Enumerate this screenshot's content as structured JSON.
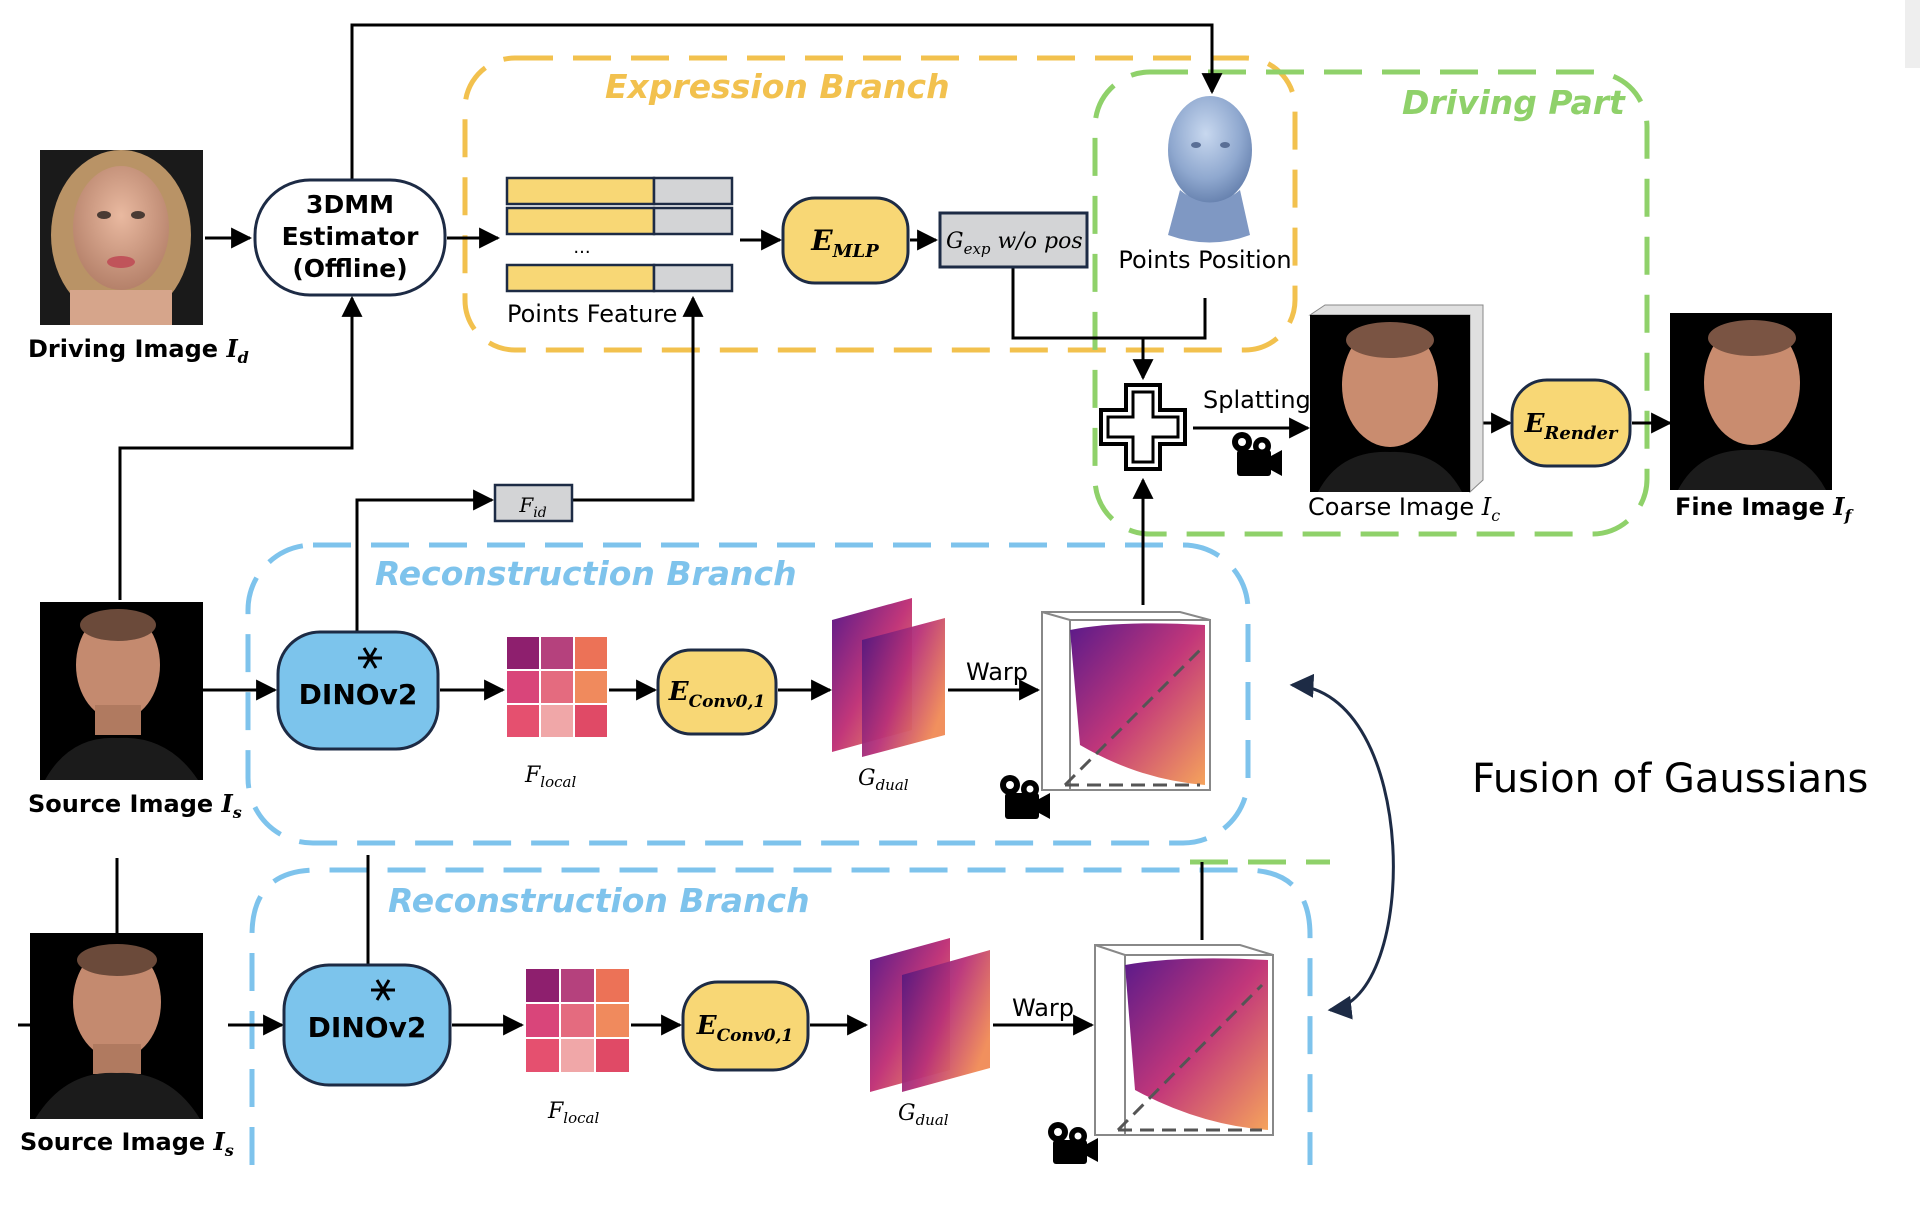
{
  "colors": {
    "expression": "#f2c14e",
    "driving": "#8fd16a",
    "reconstruction": "#7ec3ec",
    "module_fill": "#f8d775",
    "dino_fill": "#7cc4ec",
    "gray_box": "#d3d4d6",
    "feature_yellow": "#f8d775",
    "arrow": "#000000",
    "fusion_arrow": "#1d2b45"
  },
  "branches": {
    "expression": "Expression Branch",
    "driving": "Driving Part",
    "reconstruction_top": "Reconstruction Branch",
    "reconstruction_bottom": "Reconstruction Branch"
  },
  "inputs": {
    "driving_label": "Driving Image",
    "driving_sub": "I",
    "driving_subscript": "d",
    "source_label": "Source Image",
    "source_sub": "I",
    "source_subscript": "s",
    "source2_label": "Source Image",
    "source2_sub": "I",
    "source2_subscript": "s"
  },
  "estimator": {
    "line1": "3DMM",
    "line2": "Estimator",
    "line3": "(Offline)"
  },
  "expression_branch": {
    "points_feature": "Points Feature",
    "ellipsis": "...",
    "mlp_E": "E",
    "mlp_sub": "MLP",
    "gexp_G": "G",
    "gexp_sub": "exp",
    "gexp_suffix": " w/o pos"
  },
  "driving_part": {
    "points_position": "Points Position",
    "splatting": "Splatting",
    "coarse_label": "Coarse Image",
    "coarse_sub": "I",
    "coarse_subscript": "c",
    "render_E": "E",
    "render_sub": "Render",
    "fine_label": "Fine Image",
    "fine_sub": "I",
    "fine_subscript": "f"
  },
  "fid": {
    "F": "F",
    "sub": "id"
  },
  "recon_top": {
    "dino": "DINOv2",
    "flocal_F": "F",
    "flocal_sub": "local",
    "conv_E": "E",
    "conv_sub": "Conv0,1",
    "gdual_G": "G",
    "gdual_sub": "dual",
    "warp": "Warp"
  },
  "recon_bottom": {
    "dino": "DINOv2",
    "flocal_F": "F",
    "flocal_sub": "local",
    "conv_E": "E",
    "conv_sub": "Conv0,1",
    "gdual_G": "G",
    "gdual_sub": "dual",
    "warp": "Warp"
  },
  "fusion_label": "Fusion of Gaussians",
  "feature_grid_colors": [
    "#8e1f6e",
    "#b5417d",
    "#ec7257",
    "#d9457a",
    "#e46b7f",
    "#f08a5d",
    "#e5506f",
    "#f0a7a8",
    "#e04a66"
  ],
  "icons": [
    "snowflake-icon",
    "camera-icon",
    "plus-icon",
    "head-mesh-icon"
  ]
}
